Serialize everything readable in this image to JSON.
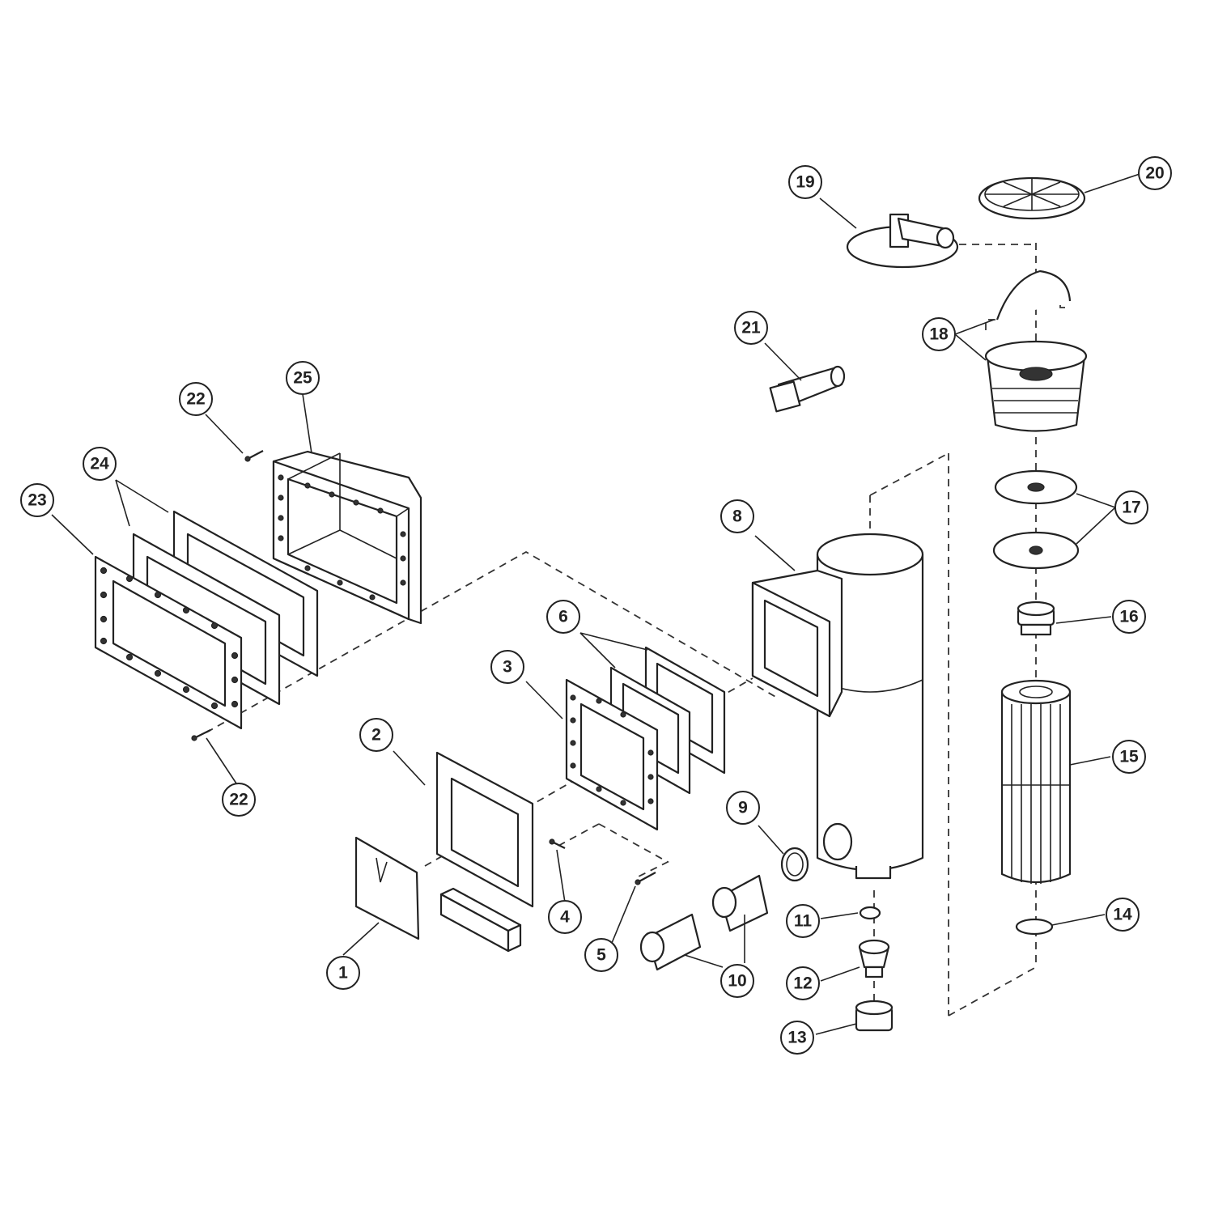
{
  "diagram": {
    "callouts": [
      "1",
      "2",
      "3",
      "4",
      "5",
      "6",
      "8",
      "9",
      "10",
      "11",
      "12",
      "13",
      "14",
      "15",
      "16",
      "17",
      "18",
      "19",
      "20",
      "21",
      "22",
      "22",
      "23",
      "24",
      "25"
    ]
  }
}
